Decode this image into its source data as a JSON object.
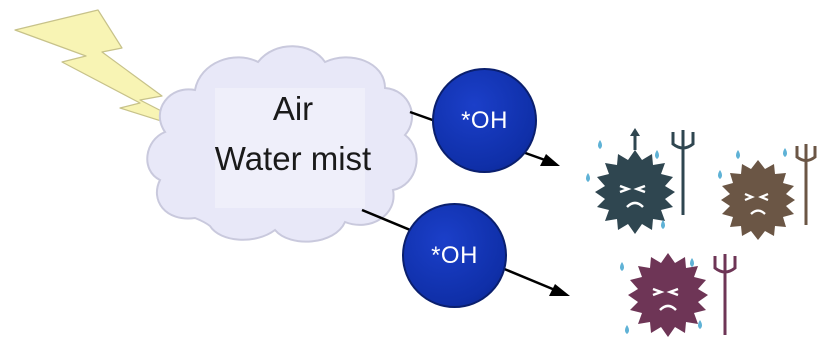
{
  "cloud": {
    "line1": "Air",
    "line2": "Water mist"
  },
  "radicals": [
    {
      "label": "*OH"
    },
    {
      "label": "*OH"
    }
  ],
  "colors": {
    "lightning": "#f7f3b0",
    "cloud": "#e8e8f8",
    "radical": "#0f2fa8",
    "germ_dark_teal": "#2f4650",
    "germ_brown": "#6b5645",
    "germ_purple": "#6e3556",
    "droplet": "#5fb2d6"
  },
  "icons": [
    "lightning-bolt-icon",
    "cloud-icon",
    "arrow-icon",
    "germ-icon",
    "pitchfork-icon",
    "sweat-drop-icon"
  ]
}
